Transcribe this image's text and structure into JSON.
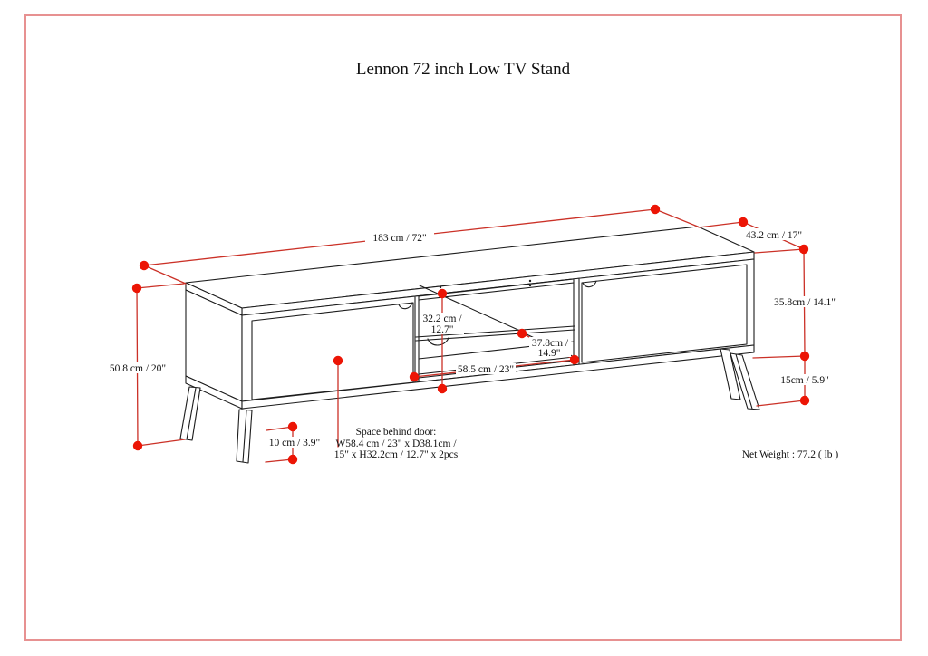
{
  "page": {
    "title": "Lennon 72 inch Low TV Stand",
    "net_weight": "Net Weight : 77.2 ( lb )"
  },
  "colors": {
    "border": "#e79191",
    "dimension_line": "#cb3127",
    "dimension_dot": "#ec1505",
    "drawing_line": "#1c1c1c"
  },
  "dimensions": {
    "overall_width": "183 cm / 72\"",
    "overall_depth": "43.2 cm / 17\"",
    "cabinet_height": "35.8cm / 14.1\"",
    "leg_height": "15cm / 5.9\"",
    "overall_height": "50.8 cm / 20\"",
    "opening_height_line1": "32.2 cm /",
    "opening_height_line2": "12.7\"",
    "opening_depth_line1": "37.8cm /",
    "opening_depth_line2": "14.9\"",
    "opening_width": "58.5 cm / 23\"",
    "floor_clearance": "10 cm / 3.9\"",
    "space_behind_door": [
      "Space behind door:",
      "W58.4 cm / 23\" x D38.1cm /",
      "15\" x H32.2cm / 12.7\" x 2pcs"
    ]
  }
}
